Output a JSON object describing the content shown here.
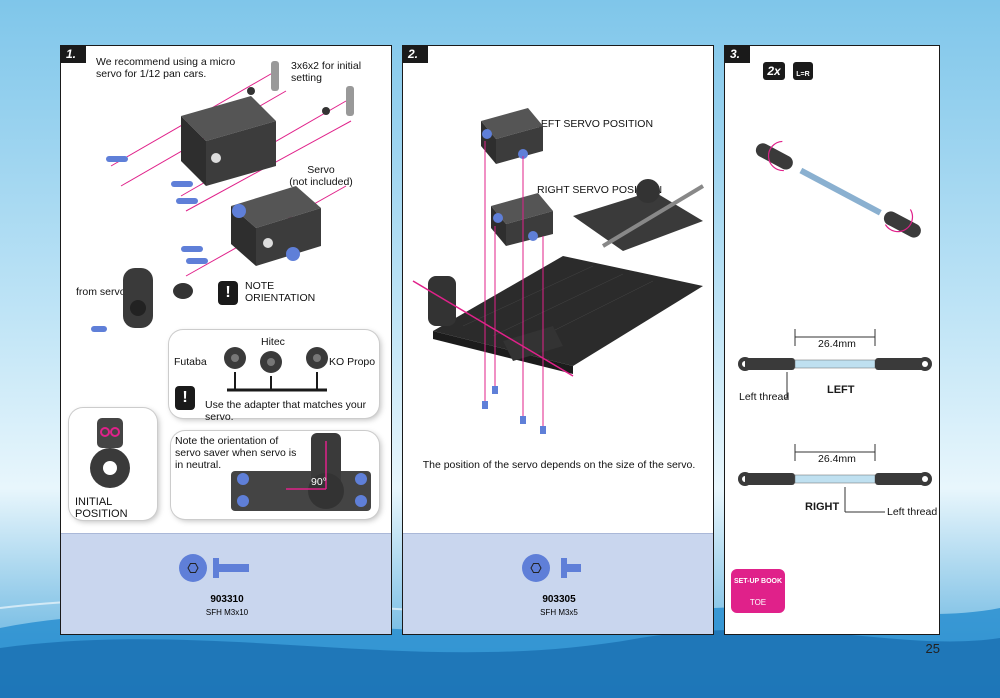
{
  "page_number": "25",
  "step1": {
    "number": "1.",
    "intro_line1": "We recommend using a micro",
    "intro_line2": "servo for 1/12 pan cars.",
    "spacer_label": "3x6x2 for initial setting",
    "servo_label_line1": "Servo",
    "servo_label_line2": "(not included)",
    "from_servo": "from servo",
    "note_line1": "NOTE",
    "note_line2": "ORIENTATION",
    "adapter_brands": [
      "Futaba",
      "Hitec",
      "KO Propo"
    ],
    "adapter_note": "Use the adapter that matches your servo.",
    "initial_position": "INITIAL POSITION",
    "orientation_note_line1": "Note the orientation of",
    "orientation_note_line2": "servo saver when servo is",
    "orientation_note_line3": "in neutral.",
    "angle": "90°",
    "part_code": "903310",
    "part_desc": "SFH M3x10"
  },
  "step2": {
    "number": "2.",
    "left_servo": "LEFT SERVO POSITION",
    "right_servo": "RIGHT SERVO POSITION",
    "caption": "The position of the servo depends on the size of the servo.",
    "part_code": "903305",
    "part_desc": "SFH M3x5"
  },
  "step3": {
    "number": "3.",
    "quantity_badge": "2x",
    "lr_badge": "L=R",
    "dimension_top": "26.4mm",
    "left_thread_1": "Left thread",
    "left_tag": "LEFT",
    "dimension_bottom": "26.4mm",
    "right_tag": "RIGHT",
    "left_thread_2": "Left thread",
    "setup_book": "SET-UP BOOK",
    "toe_label": "TOE"
  },
  "colors": {
    "accent_magenta": "#e0218a",
    "panel_border": "#1a1a1a",
    "footer_blue": "#c9d6ee",
    "hardware_blue": "#5f7fd8"
  }
}
